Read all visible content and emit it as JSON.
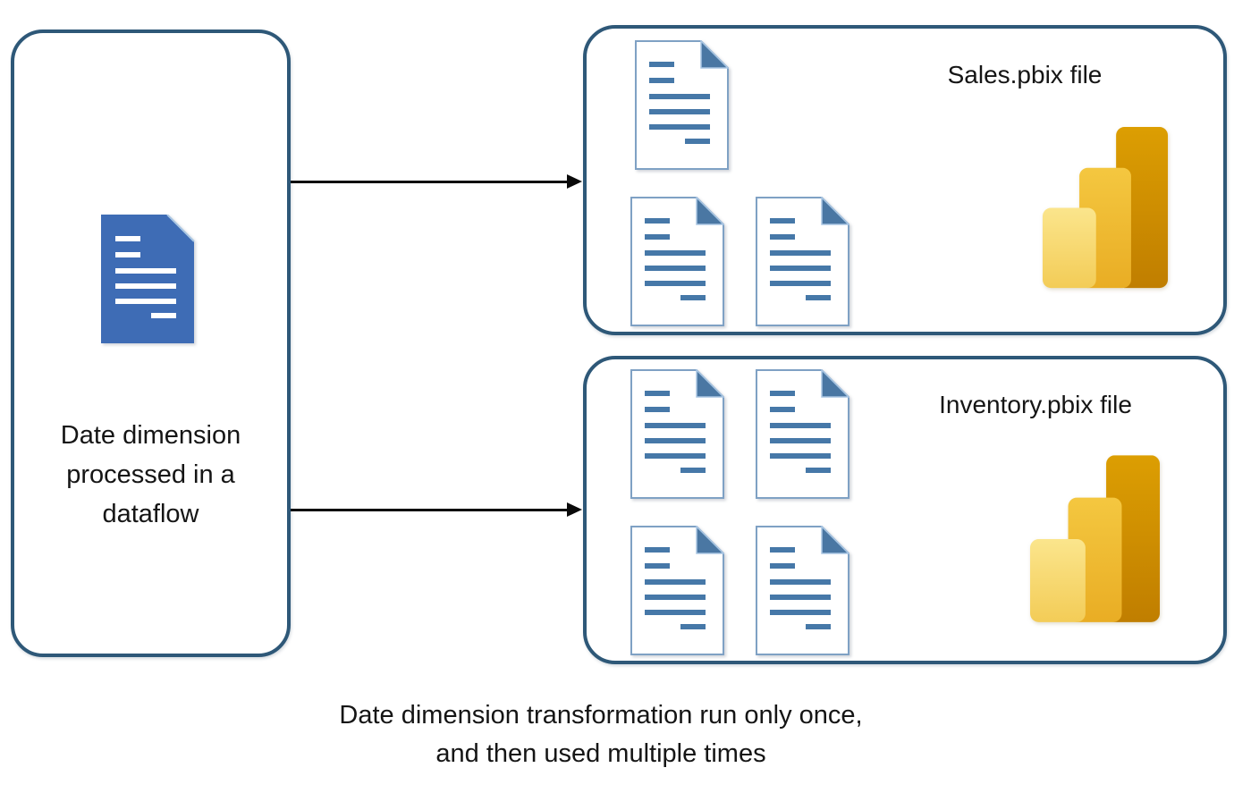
{
  "dataflow_box": {
    "label": "Date dimension processed in a dataflow",
    "document_count": 1
  },
  "sales_box": {
    "label": "Sales.pbix file",
    "document_count": 3
  },
  "inventory_box": {
    "label": "Inventory.pbix file",
    "document_count": 4
  },
  "caption": {
    "text": "Date dimension transformation run only once, and then used multiple times"
  },
  "icons": {
    "blue_document": "document-icon",
    "white_document": "document-icon",
    "power_bi": "power-bi-bar-chart-logo",
    "arrow": "right-arrow"
  },
  "colors": {
    "box_border": "#2E5878",
    "doc_blue_fill": "#3E6CB5",
    "doc_line_blue": "#4678A8",
    "doc_fold_blue": "#4A77A3",
    "pbi_bar_dark_top": "#DC9E02",
    "pbi_bar_dark_bottom": "#C07E00",
    "pbi_bar_mid_top": "#F4C740",
    "pbi_bar_mid_bottom": "#E9AD24",
    "pbi_bar_light_top": "#FBE58C",
    "pbi_bar_light_bottom": "#F3CC57",
    "arrow": "#0A0A0A",
    "text": "#151515"
  }
}
